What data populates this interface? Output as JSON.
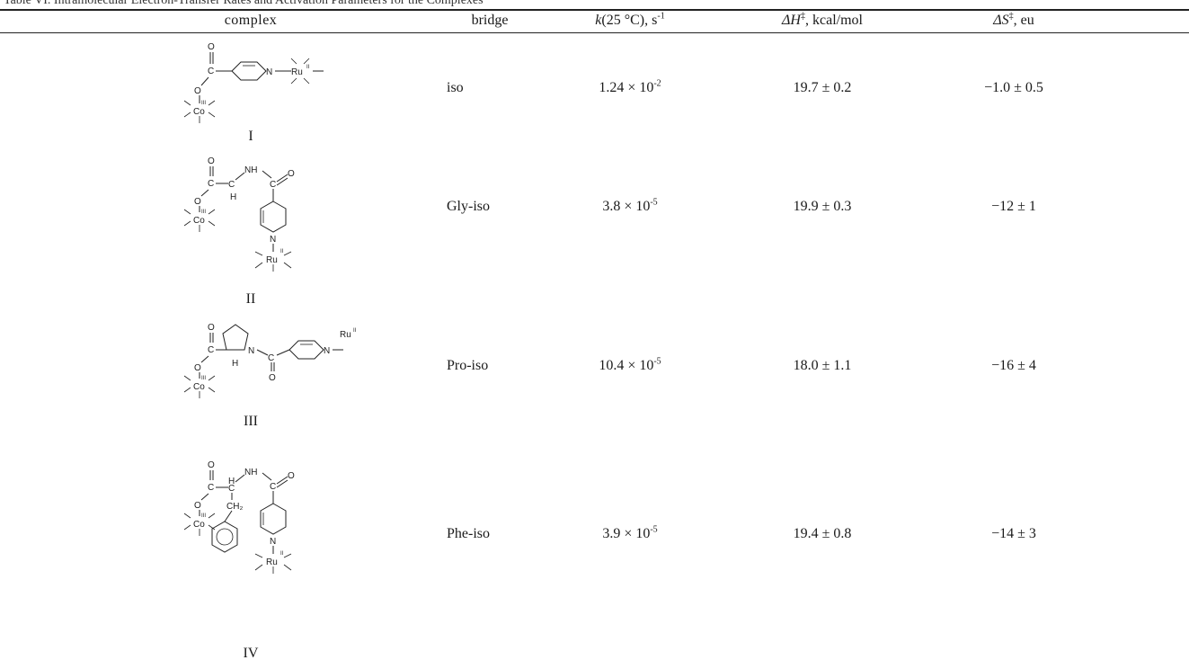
{
  "caption": "Table VI. Intramolecular Electron-Transfer Rates and Activation Parameters for the Complexes",
  "headers": {
    "complex": "complex",
    "bridge": "bridge",
    "k_var": "k",
    "k_cond": "(25 °C), s",
    "k_exp": "-1",
    "dh_sym": "ΔH",
    "dh_dag": "‡",
    "dh_unit": ", kcal/mol",
    "ds_sym": "ΔS",
    "ds_dag": "‡",
    "ds_unit": ", eu"
  },
  "rows": [
    {
      "label": "I",
      "bridge": "iso",
      "k_mant": "1.24 × 10",
      "k_exp": "-2",
      "dh": "19.7 ± 0.2",
      "ds": "−1.0 ± 0.5"
    },
    {
      "label": "II",
      "bridge": "Gly-iso",
      "k_mant": "3.8 × 10",
      "k_exp": "-5",
      "dh": "19.9 ± 0.3",
      "ds": "−12 ± 1"
    },
    {
      "label": "III",
      "bridge": "Pro-iso",
      "k_mant": "10.4 × 10",
      "k_exp": "-5",
      "dh": "18.0 ± 1.1",
      "ds": "−16 ± 4"
    },
    {
      "label": "IV",
      "bridge": "Phe-iso",
      "k_mant": "3.9 × 10",
      "k_exp": "-5",
      "dh": "19.4 ± 0.8",
      "ds": "−14 ± 3"
    }
  ],
  "atoms": {
    "co": "Co",
    "ru": "Ru",
    "co_ox": "III",
    "ru_ox": "II",
    "O": "O",
    "N": "N",
    "C": "C",
    "H": "H",
    "NH": "NH",
    "CH2": "CH₂"
  }
}
